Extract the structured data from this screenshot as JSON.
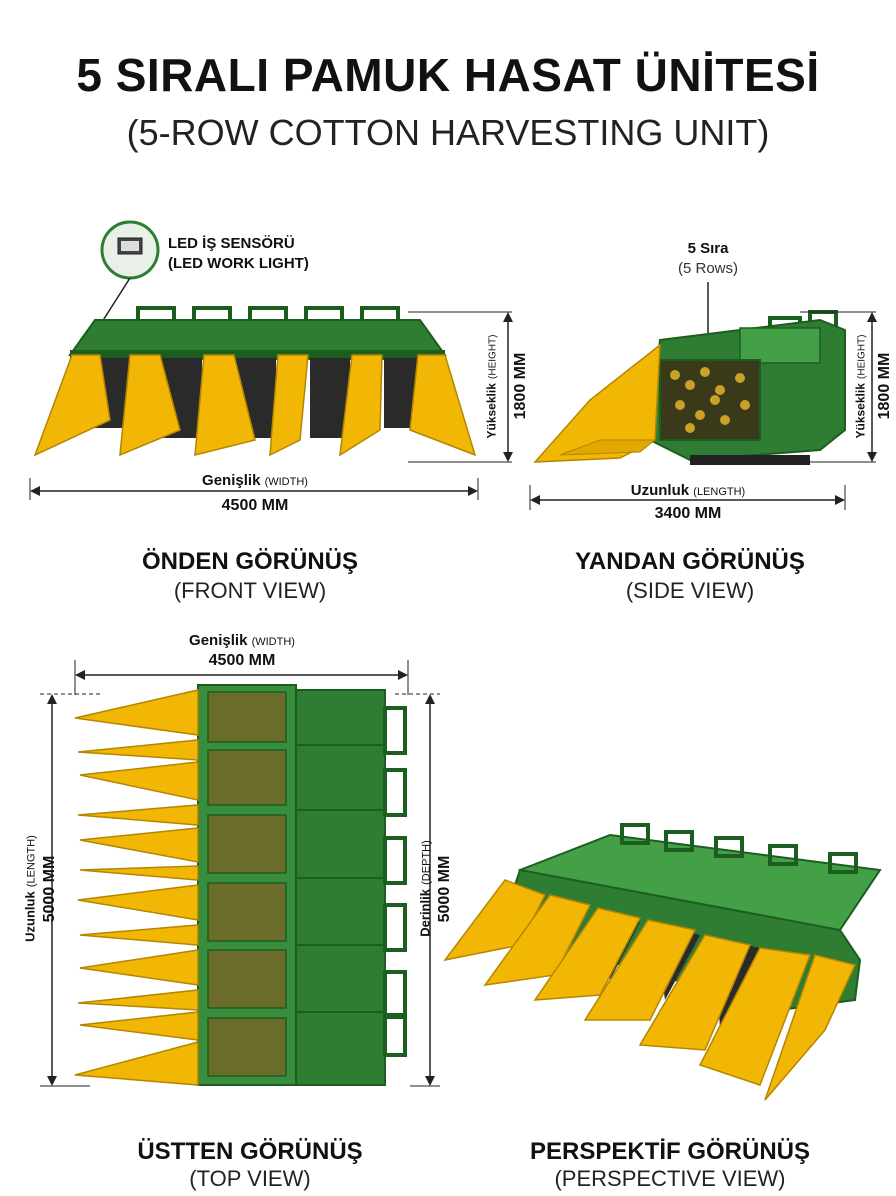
{
  "title": "5 SIRALI PAMUK HASAT ÜNİTESİ",
  "subtitle": "(5-ROW COTTON HARVESTING UNIT)",
  "colors": {
    "green": "#2e7d32",
    "dark_green": "#1b5e20",
    "yellow": "#f2b705",
    "dark": "#222222"
  },
  "front_view": {
    "name": "ÖNDEN GÖRÜNÜŞ",
    "sub": "(FRONT VIEW)",
    "callout_line1": "LED İŞ SENSÖRÜ",
    "callout_line2": "(LED WORK LIGHT)",
    "width_label": "Genişlik",
    "width_label_en": "(WIDTH)",
    "width_value": "4500 MM",
    "height_label": "Yükseklik",
    "height_label_en": "(HEIGHT)",
    "height_value": "1800 MM"
  },
  "side_view": {
    "name": "YANDAN GÖRÜNÜŞ",
    "sub": "(SIDE VIEW)",
    "rows_label": "5 Sıra",
    "rows_sub": "(5 Rows)",
    "length_label": "Uzunluk",
    "length_label_en": "(LENGTH)",
    "length_value": "3400 MM",
    "height_label": "Yükseklik",
    "height_label_en": "(HEIGHT)",
    "height_value": "1800 MM"
  },
  "top_view": {
    "name": "ÜSTTEN GÖRÜNÜŞ",
    "sub": "(TOP VIEW)",
    "width_label": "Genişlik",
    "width_label_en": "(WIDTH)",
    "width_value": "4500 MM",
    "length_label": "Uzunluk",
    "length_label_en": "(LENGTH)",
    "length_value": "5000 MM",
    "depth_label": "Derinlik",
    "depth_label_en": "(DEPTH)",
    "depth_value": "5000 MM"
  },
  "perspective_view": {
    "name": "PERSPEKTİF GÖRÜNÜŞ",
    "sub": "(PERSPECTIVE VIEW)"
  }
}
